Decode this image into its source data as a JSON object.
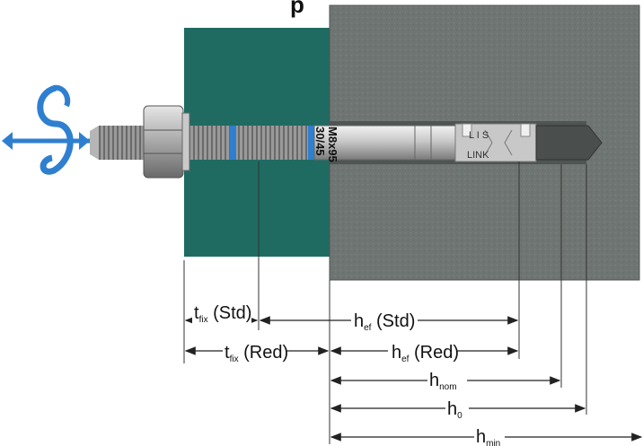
{
  "header": {
    "title_partial": "p"
  },
  "bolt": {
    "marking_top": "M8x95",
    "marking_bottom": "30/45",
    "sleeve_top": "L I S",
    "sleeve_bottom": "LINK"
  },
  "dimensions": {
    "tfix_std": {
      "main": "t",
      "sub": "fix",
      "suffix": " (Std)"
    },
    "tfix_red": {
      "main": "t",
      "sub": "fix",
      "suffix": " (Red)"
    },
    "hef_std": {
      "main": "h",
      "sub": "ef",
      "suffix": " (Std)"
    },
    "hef_red": {
      "main": "h",
      "sub": "ef",
      "suffix": " (Red)"
    },
    "hnom": {
      "main": "h",
      "sub": "nom",
      "suffix": ""
    },
    "h0": {
      "main": "h",
      "sub": "0",
      "suffix": ""
    },
    "hmin": {
      "main": "h",
      "sub": "min",
      "suffix": ""
    }
  },
  "colors": {
    "fixture_green": "#1f6b62",
    "concrete_gray": "#6f7572",
    "accent_blue": "#2f7fd0",
    "thread_gray": "#8a8a8a"
  },
  "icons": {
    "rotation": "rotation-arrow-icon"
  }
}
